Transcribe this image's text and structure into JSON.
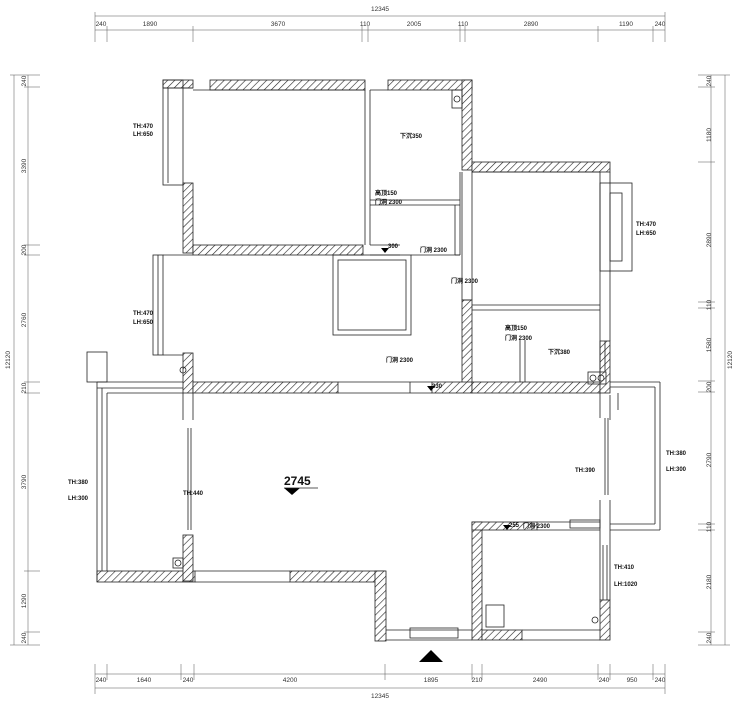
{
  "dimensions": {
    "top_total": "12345",
    "top_segments": [
      "240",
      "1890",
      "3670",
      "110",
      "2005",
      "110",
      "2890",
      "1190",
      "240"
    ],
    "bottom_total": "12345",
    "bottom_segments": [
      "240",
      "1640",
      "240",
      "4200",
      "1895",
      "210",
      "2490",
      "240",
      "950",
      "240"
    ],
    "left_total": "12120",
    "left_segments": [
      "240",
      "3390",
      "200",
      "2760",
      "210",
      "3790",
      "1290",
      "240"
    ],
    "right_total": "12120",
    "right_segments": [
      "240",
      "1180",
      "2890",
      "110",
      "1580",
      "200",
      "2790",
      "110",
      "2180",
      "240"
    ]
  },
  "notes": {
    "th470_a": "TH:470",
    "lh650_a": "LH:650",
    "th470_b": "TH:470",
    "lh650_b": "LH:650",
    "th470_c": "TH:470",
    "lh650_c": "LH:650",
    "th380_left": "TH:380",
    "lh300_left": "LH:300",
    "th380_right": "TH:380",
    "lh300_right": "LH:300",
    "th440": "TH:440",
    "th390": "TH:390",
    "th410": "TH:410",
    "lh1020": "LH:1020",
    "sink350": "下沉350",
    "sink380": "下沉380",
    "ceiling150_a": "高顶150",
    "door2300_a": "门洞 2300",
    "ceiling150_b": "高顶150",
    "door2300_b": "门洞 2300",
    "door2300_c": "门洞 2300",
    "door2300_d": "门洞 2300",
    "door2300_e": "门洞 2300",
    "door2300_f": "门洞 2300",
    "mark300": "300",
    "mark330": "330",
    "mark255": "255",
    "elevation": "2745"
  }
}
